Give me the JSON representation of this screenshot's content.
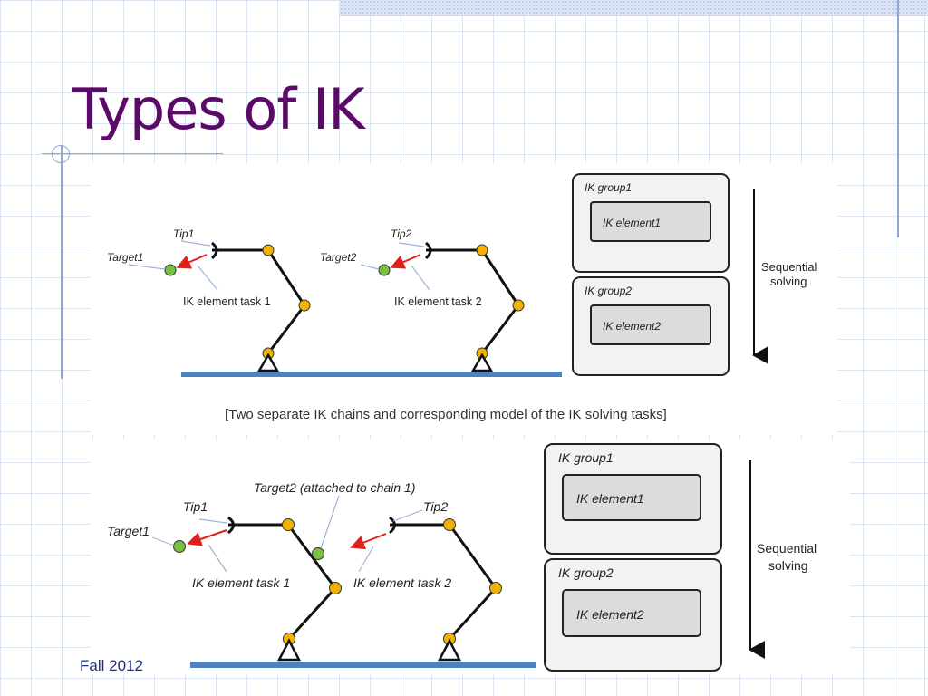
{
  "slide": {
    "title": "Types of IK",
    "footer": "Fall 2012"
  },
  "figure1": {
    "target1": "Target1",
    "tip1": "Tip1",
    "task1": "IK element task 1",
    "target2": "Target2",
    "tip2": "Tip2",
    "task2": "IK element task 2",
    "group1": "IK group1",
    "element1": "IK element1",
    "group2": "IK group2",
    "element2": "IK element2",
    "seq_line1": "Sequential",
    "seq_line2": "solving",
    "caption": "[Two separate IK chains and corresponding model of the IK solving tasks]"
  },
  "figure2": {
    "target1": "Target1",
    "tip1": "Tip1",
    "task1": "IK element task 1",
    "target2_attached": "Target2 (attached to chain 1)",
    "tip2": "Tip2",
    "task2": "IK element task 2",
    "group1": "IK group1",
    "element1": "IK element1",
    "group2": "IK group2",
    "element2": "IK element2",
    "seq_line1": "Sequential",
    "seq_line2": "solving"
  },
  "colors": {
    "title": "#5c0a68",
    "joint": "#f0b400",
    "target": "#7ac143",
    "arrow": "#e0201b",
    "ground": "#4f81bd"
  }
}
